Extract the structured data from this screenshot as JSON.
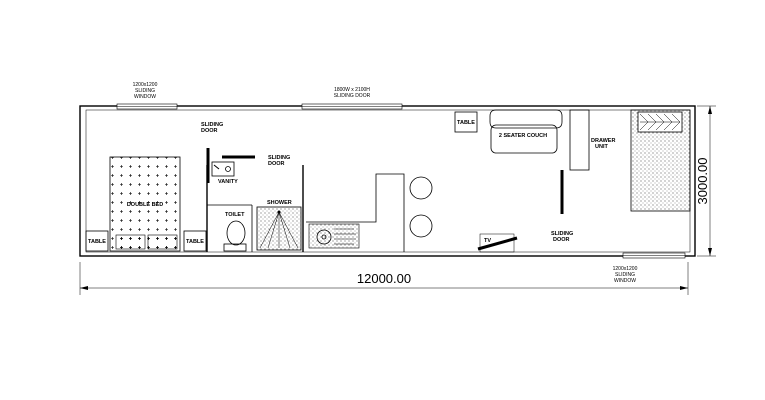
{
  "labels": {
    "window_top_left_size": "1200x1200",
    "window_top_left_l2": "SLIDING",
    "window_top_left_l3": "WINDOW",
    "door_top_center_size": "1800W x 2100H",
    "door_top_center_l2": "SLIDING DOOR",
    "sliding_door_left_l1": "SLIDING",
    "sliding_door_left_l2": "DOOR",
    "sliding_door_shower_l1": "SLIDING",
    "sliding_door_shower_l2": "DOOR",
    "vanity": "VANITY",
    "toilet": "TOILET",
    "shower": "SHOWER",
    "double_bed": "DOUBLE BED",
    "table_left": "TABLE",
    "table_mid": "TABLE",
    "table_top": "TABLE",
    "couch": "2 SEATER COUCH",
    "drawer_l1": "DRAWER",
    "drawer_l2": "UNIT",
    "tv": "TV",
    "sliding_door_right_l1": "SLIDING",
    "sliding_door_right_l2": "DOOR",
    "window_bottom_right_size": "1200x1200",
    "window_bottom_right_l2": "SLIDING",
    "window_bottom_right_l3": "WINDOW"
  },
  "dimensions": {
    "length": "12000.00",
    "width": "3000.00"
  }
}
